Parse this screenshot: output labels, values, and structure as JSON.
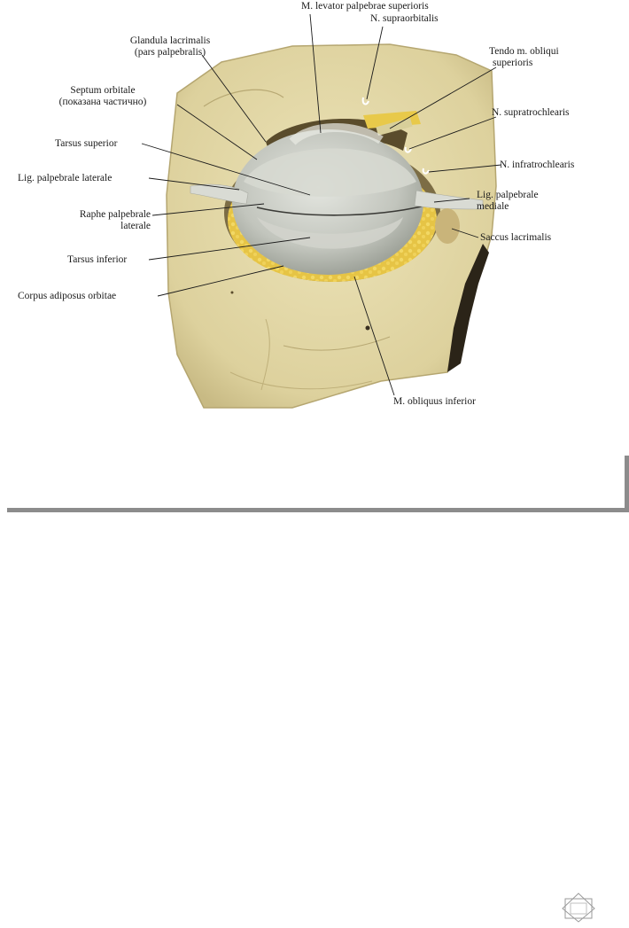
{
  "labels": {
    "levator": "M. levator palpebrae superioris",
    "supraorbitalis": "N. supraorbitalis",
    "glandula_1": "Glandula lacrimalis",
    "glandula_2": "(pars palpebralis)",
    "tendo_1": "Tendo m. obliqui",
    "tendo_2": "superioris",
    "septum_1": "Septum orbitale",
    "septum_2": "(показана частично)",
    "supratrochlearis": "N. supratrochlearis",
    "tarsus_superior": "Tarsus superior",
    "infratrochlearis": "N. infratrochlearis",
    "lig_lateral": "Lig. palpebrale laterale",
    "lig_medial_1": "Lig. palpebrale",
    "lig_medial_2": "mediale",
    "raphe_1": "Raphe palpebrale",
    "raphe_2": "laterale",
    "saccus": "Saccus lacrimalis",
    "tarsus_inferior": "Tarsus inferior",
    "corpus": "Corpus adiposus orbitae",
    "obliquus": "M. obliquus inferior"
  },
  "colors": {
    "bone": "#e6dcae",
    "bone_shadow": "#c9bd8a",
    "fat": "#e8c94a",
    "eyeball": "#c9cbc4",
    "ligament": "#d9dbd4",
    "frame": "#8c8c8c"
  },
  "icons": {
    "nav": "diamond-frame-icon"
  }
}
